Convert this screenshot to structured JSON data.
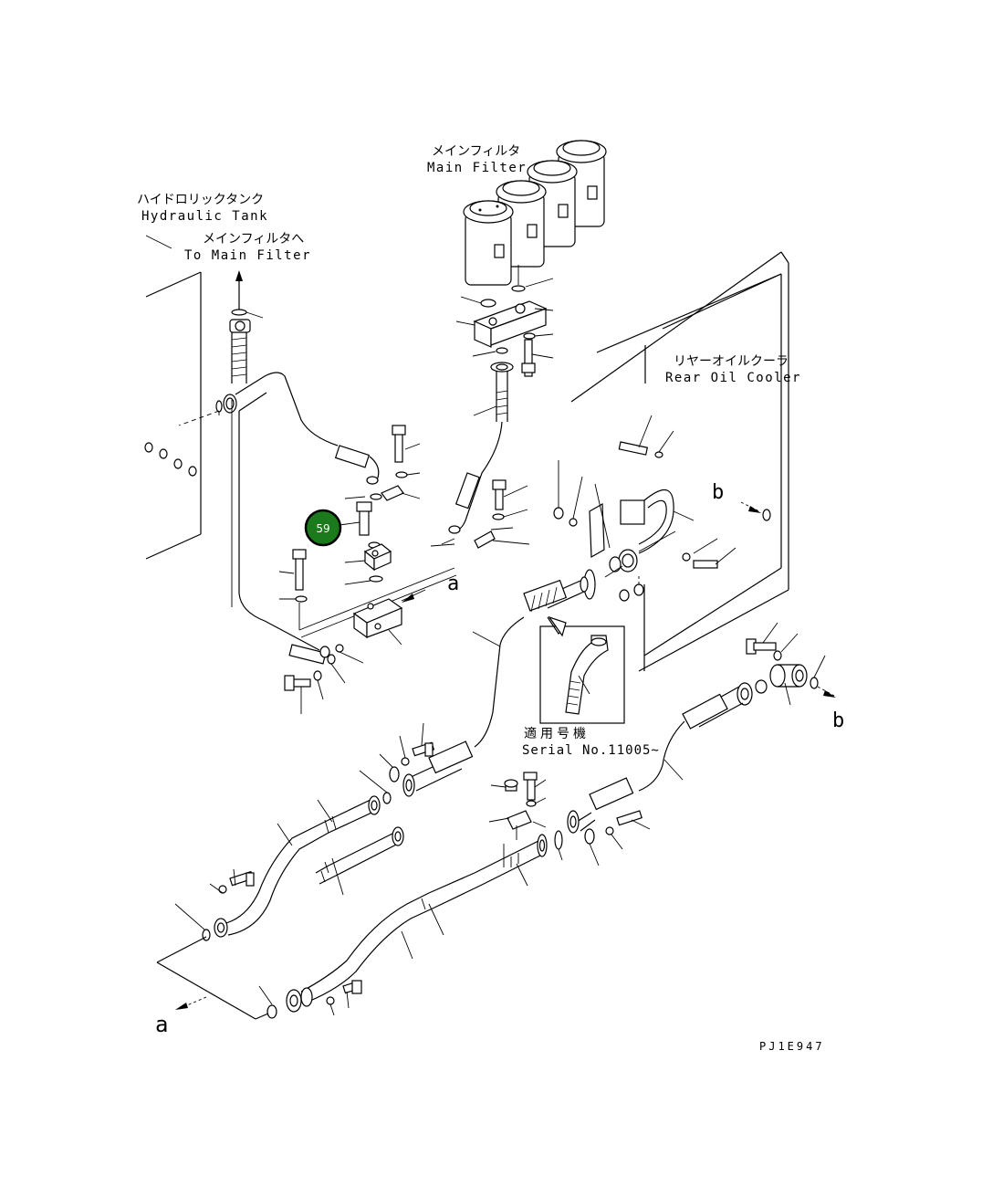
{
  "labels": {
    "hydraulic_tank_jp": "ハイドロリックタンク",
    "hydraulic_tank_en": "Hydraulic Tank",
    "to_main_filter_jp": "メインフィルタへ",
    "to_main_filter_en": "To Main Filter",
    "main_filter_jp": "メインフィルタ",
    "main_filter_en": "Main Filter",
    "rear_oil_cooler_jp": "リヤーオイルクーラ",
    "rear_oil_cooler_en": "Rear Oil Cooler",
    "applicable_serial_jp": "適用号機",
    "applicable_serial_en": "Serial No.11005~",
    "ref_a_top": "a",
    "ref_a_bottom": "a",
    "ref_b_top": "b",
    "ref_b_bottom": "b",
    "drawing_code": "PJ1E947"
  },
  "callout": {
    "number": "59",
    "color": "#1b7a1b"
  }
}
